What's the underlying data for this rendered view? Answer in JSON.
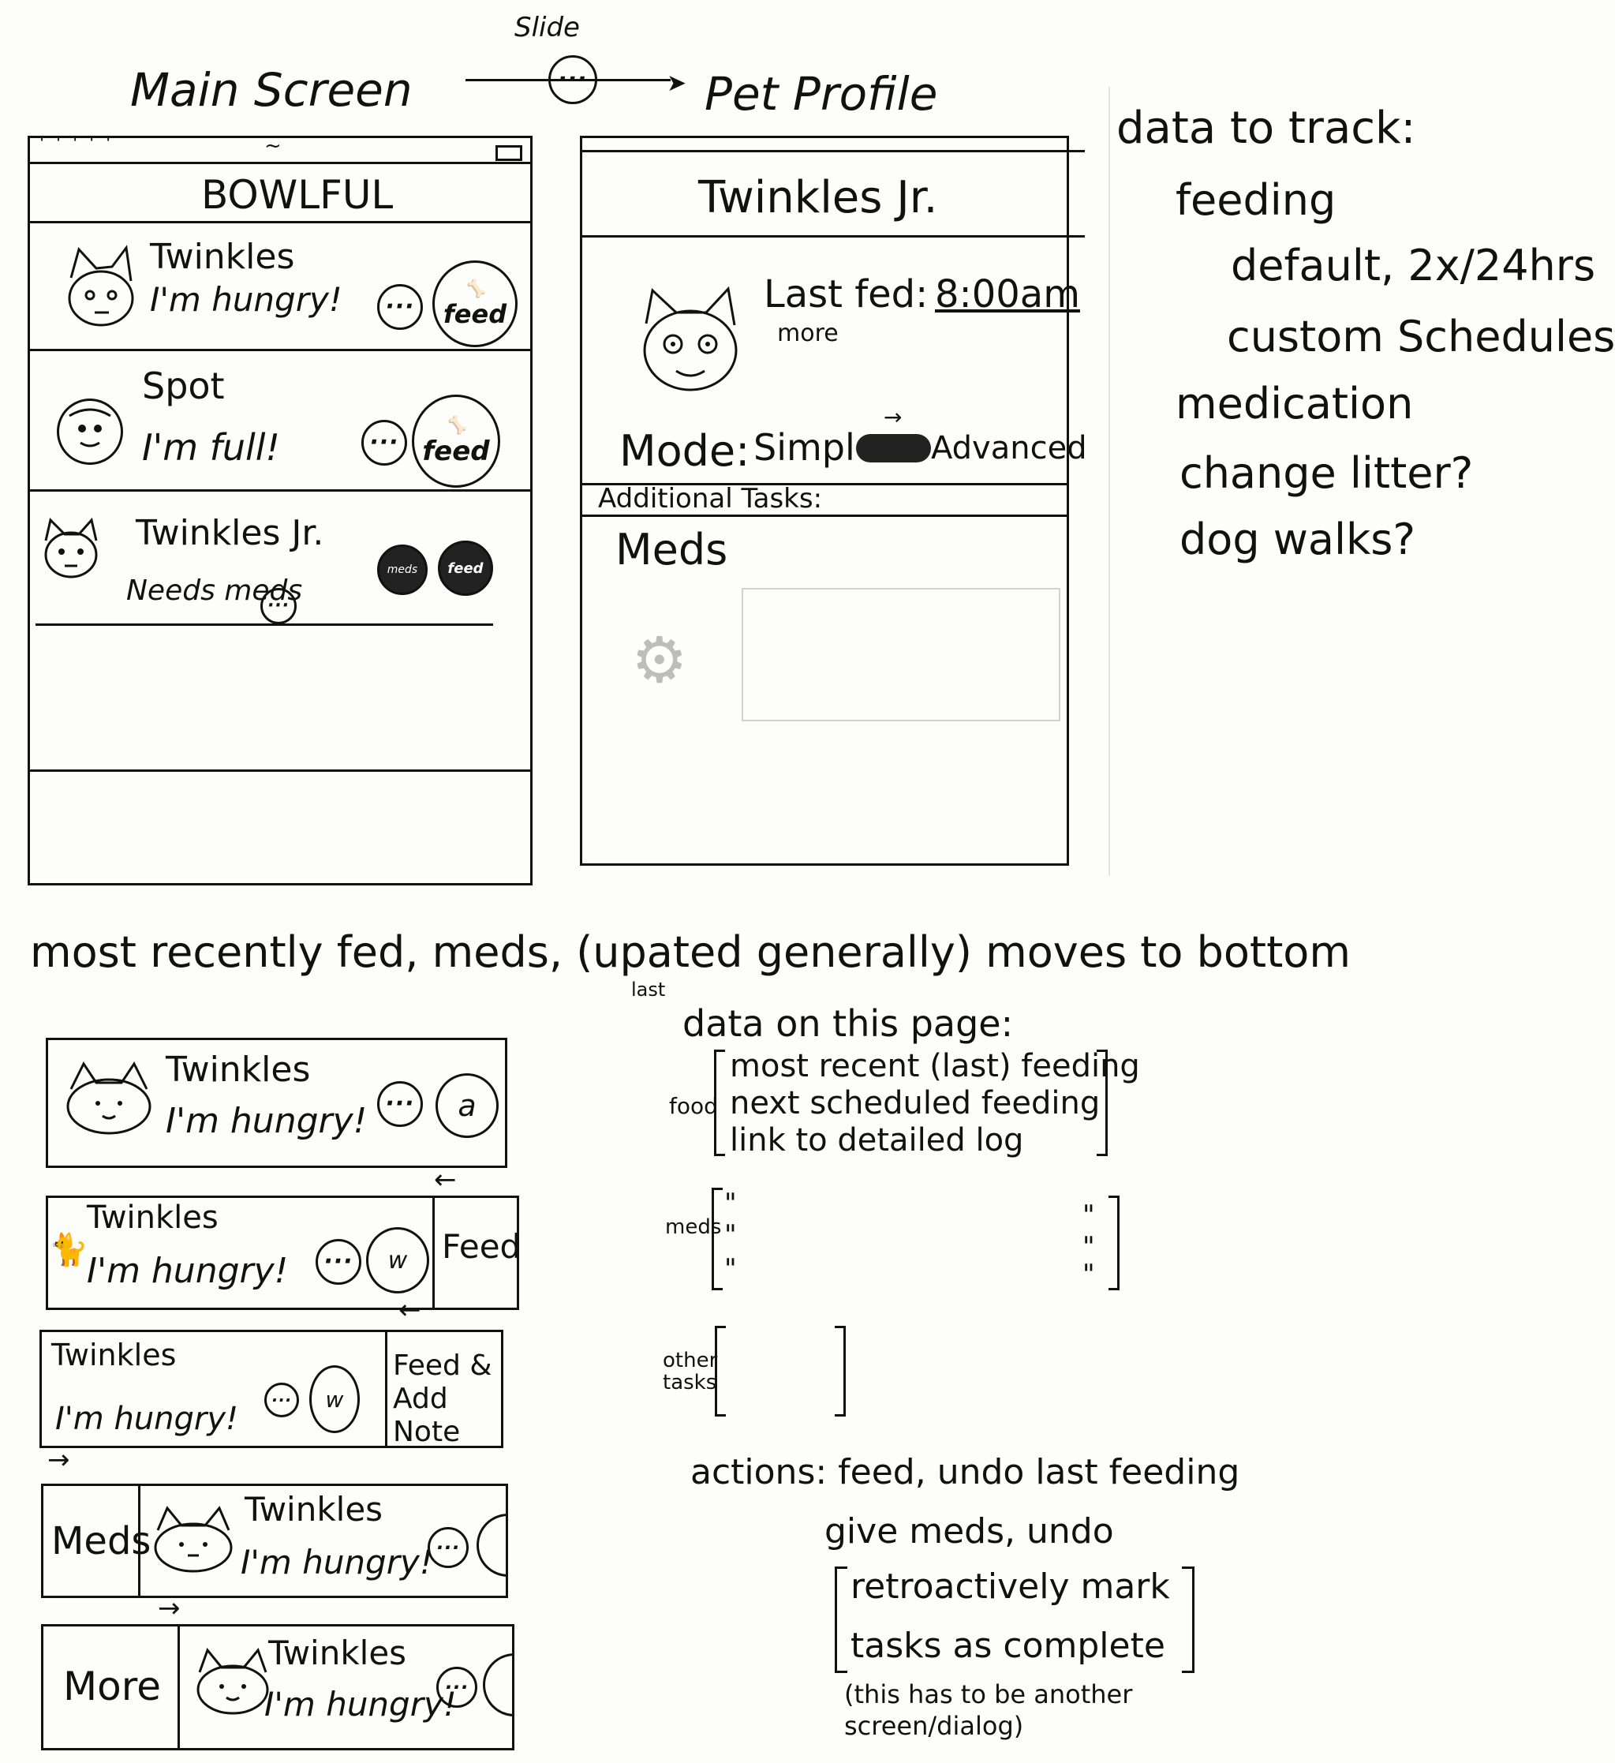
{
  "headings": {
    "slide": "Slide",
    "main_screen": "Main Screen",
    "pet_profile": "Pet Profile"
  },
  "main_screen": {
    "app_title": "BOWLFUL",
    "feed_label": "feed",
    "rows": [
      {
        "name": "Twinkles",
        "status": "I'm hungry!"
      },
      {
        "name": "Spot",
        "status": "I'm full!"
      },
      {
        "name": "Twinkles Jr.",
        "status": "Needs meds"
      }
    ]
  },
  "pet_profile": {
    "title": "Twinkles Jr.",
    "last_fed_label": "Last fed:",
    "last_fed_time": "8:00am",
    "more_link": "more",
    "mode_label": "Mode:",
    "mode_simple": "Simple",
    "mode_advanced": "Advanced",
    "additional_tasks": "Additional Tasks:",
    "meds": "Meds"
  },
  "data_to_track": {
    "title": "data to track:",
    "items": [
      "feeding",
      "default, 2x/24hrs",
      "custom Schedules",
      "medication",
      "change litter?",
      "dog walks?"
    ]
  },
  "note": "most recently fed, meds, (upated generally) moves to bottom",
  "note_insert": "last",
  "variants": [
    {
      "name": "Twinkles",
      "status": "I'm hungry!",
      "action": "a"
    },
    {
      "name": "Twinkles",
      "status": "I'm hungry!",
      "swipe": "Feed"
    },
    {
      "name": "Twinkles",
      "status": "I'm hungry!",
      "swipe": "Feed & Add Note"
    },
    {
      "name": "Twinkles",
      "status": "I'm hungry!",
      "swipe": "Meds"
    },
    {
      "name": "Twinkles",
      "status": "I'm hungry!",
      "swipe": "More"
    }
  ],
  "data_on_page": {
    "title": "data on this page:",
    "food_label": "food",
    "food_items": [
      "most recent (last) feeding",
      "next scheduled feeding",
      "link to detailed log"
    ],
    "meds_label": "meds",
    "ditto": "\"",
    "other_label": "other tasks"
  },
  "actions": {
    "line1": "actions: feed, undo last feeding",
    "line2": "give meds, undo",
    "line3": "retroactively mark",
    "line4": "tasks as complete",
    "line5": "(this has to be another",
    "line6": "screen/dialog)"
  }
}
